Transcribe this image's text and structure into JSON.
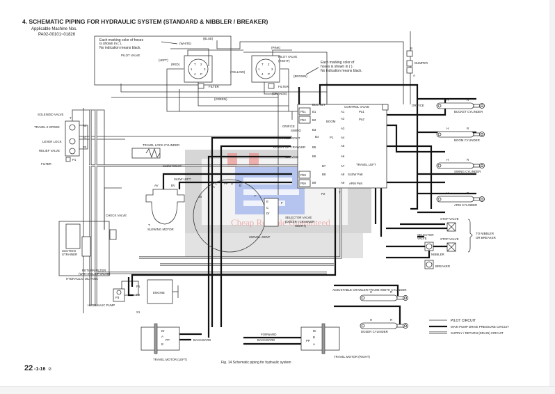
{
  "header": {
    "title": "4. SCHEMATIC PIPING FOR HYDRAULIC SYSTEM (STANDARD & NIBBLER / BREAKER)",
    "applicable_label": "Applicable Machine Nos.",
    "serial_range": "PA02-00101~01826"
  },
  "notes": {
    "hose_note_left": [
      "Each marking color of hoses",
      "is shown in (  ).",
      "No indication means black."
    ],
    "hose_note_right": [
      "Each marking color of",
      "hoses is shown in (  ).",
      "No indication means black."
    ]
  },
  "hose_colors": {
    "white": "(WHITE)",
    "blue": "(BLUE)",
    "pink": "(PINK)",
    "left": "(LEFT)",
    "red": "(RED)",
    "yellow": "(YELLOW)",
    "brown": "(BROWN)",
    "orange": "(ORANGE)",
    "green": "(GREEN)"
  },
  "pilot_valves": {
    "label_left": "PILOT VALVE",
    "label_right": [
      "PILOT VALVE",
      "(RIGHT)"
    ],
    "ports": [
      "T",
      "2",
      "1",
      "3",
      "4",
      "P"
    ],
    "filter": "FILTER"
  },
  "solenoid": {
    "title": "SOLENOID VALVE",
    "t_port": "T",
    "rows": [
      "TRAVEL 2-SPEED",
      "LEVER LOCK",
      "RELIEF VALVE"
    ],
    "ports": [
      "A2",
      "A1",
      "P2",
      "P1"
    ],
    "filter": "FILTER"
  },
  "travel_lock": "TRAVEL LOCK CYLINDER",
  "slew": {
    "right": "SLEW RIGHT",
    "left": "SLEW LEFT",
    "av": "AV",
    "bv": "BV",
    "t": "T",
    "motor": "SLEWING MOTOR",
    "check_valve": "CHECK VALVE"
  },
  "tank": {
    "strainer": [
      "SUCTION",
      "STRAINER"
    ],
    "return_filter": [
      "RETURN FILTER",
      "(WITH RELIEF VALVE)"
    ],
    "title": "HYDRAULIC OIL TANK"
  },
  "pump": {
    "p1": "P1",
    "p2": "P2",
    "p3": "P3",
    "s1": "S1",
    "engine": "ENGINE",
    "label": "HYDRAULIC PUMP"
  },
  "control_valve": {
    "title": "CONTROL VALVE",
    "bucket": "BUC KET",
    "boom": "BOOM",
    "orifice": "ORIFICE",
    "left_labels": [
      "Pb1",
      "Pb2",
      "SWING",
      "TRAVEL RIGHT",
      "DOZER OR CRAWLER",
      "SERVICE",
      "Pb8",
      "Pb9"
    ],
    "b_ports": [
      "B1",
      "B2",
      "B3",
      "B4",
      "B5",
      "B6",
      "B7",
      "B8",
      "B9"
    ],
    "a_ports": [
      "A1",
      "A2",
      "A3",
      "A4",
      "A5",
      "A6",
      "A7",
      "A8",
      "A9"
    ],
    "p1": "P1",
    "p2": "P2",
    "t": "T",
    "right_labels": [
      "Pa1",
      "Pa2",
      "TRAVEL LEFT",
      "SLEW Pa8",
      "ARM Pa9"
    ]
  },
  "swivel": {
    "ports": [
      "A",
      "C",
      "PP",
      "D",
      "B",
      "Dr",
      "F",
      "E",
      "C",
      "Dr",
      "F"
    ],
    "label": "SWIVEL JOINT"
  },
  "selector_dozer": [
    "SELECTOR VALVE",
    "(DOZER / CRAWLER",
    "WIDTH)"
  ],
  "dumper": {
    "label": "DUMPER",
    "a": "A",
    "b": "B"
  },
  "cylinders": [
    {
      "name": "BUCKET CYLINDER",
      "h": "H",
      "r": "R"
    },
    {
      "name": "BOOM CYLINDER",
      "h": "H",
      "r": "R"
    },
    {
      "name": "SWING CYLINDER",
      "h": "H",
      "r": "R"
    },
    {
      "name": "ARM CYLINDER",
      "h": "H",
      "r": "R"
    },
    {
      "name": "ADJUSTABLE CRAWLER FRAME WIDTH CYLINDER",
      "h": "H",
      "r": "R"
    },
    {
      "name": "DOZER CYLINDER",
      "h": "H",
      "r": "R"
    }
  ],
  "attachment": {
    "stop_valve": "STOP VALVE",
    "selector": [
      "SELECTOR",
      "VALVE"
    ],
    "nibbler": "NIBBLER",
    "breaker": "BREAKER",
    "to": [
      "TO NIBBLER",
      "OR BREAKER"
    ]
  },
  "travel_motors": {
    "left": "TRAVEL MOTOR (LEFT)",
    "right": "TRAVEL MOTOR (RIGHT)",
    "ports": [
      "Dr",
      "A",
      "PP",
      "B"
    ],
    "forward": "FORWARD",
    "backward": "BACKWARD"
  },
  "legend": [
    {
      "style": "thin",
      "label": "PILOT CIRCUIT"
    },
    {
      "style": "thick",
      "label": "MAIN PUMP DRIVE PRESSURE CIRCUIT"
    },
    {
      "style": "double",
      "label": "SUPPLY / RETURN (DRAIN) CIRCUIT"
    }
  ],
  "caption": "Fig. 14 Schematic piping for hydraulic system",
  "page_number": {
    "main": "22",
    "sub": "-1-16",
    "rev": "②"
  },
  "watermark": {
    "text": "Cheap Reliable Guaranteed",
    "colors": {
      "blue": "#9fb4ec",
      "red": "#e98a86",
      "gray": "#cfcfcf"
    }
  }
}
